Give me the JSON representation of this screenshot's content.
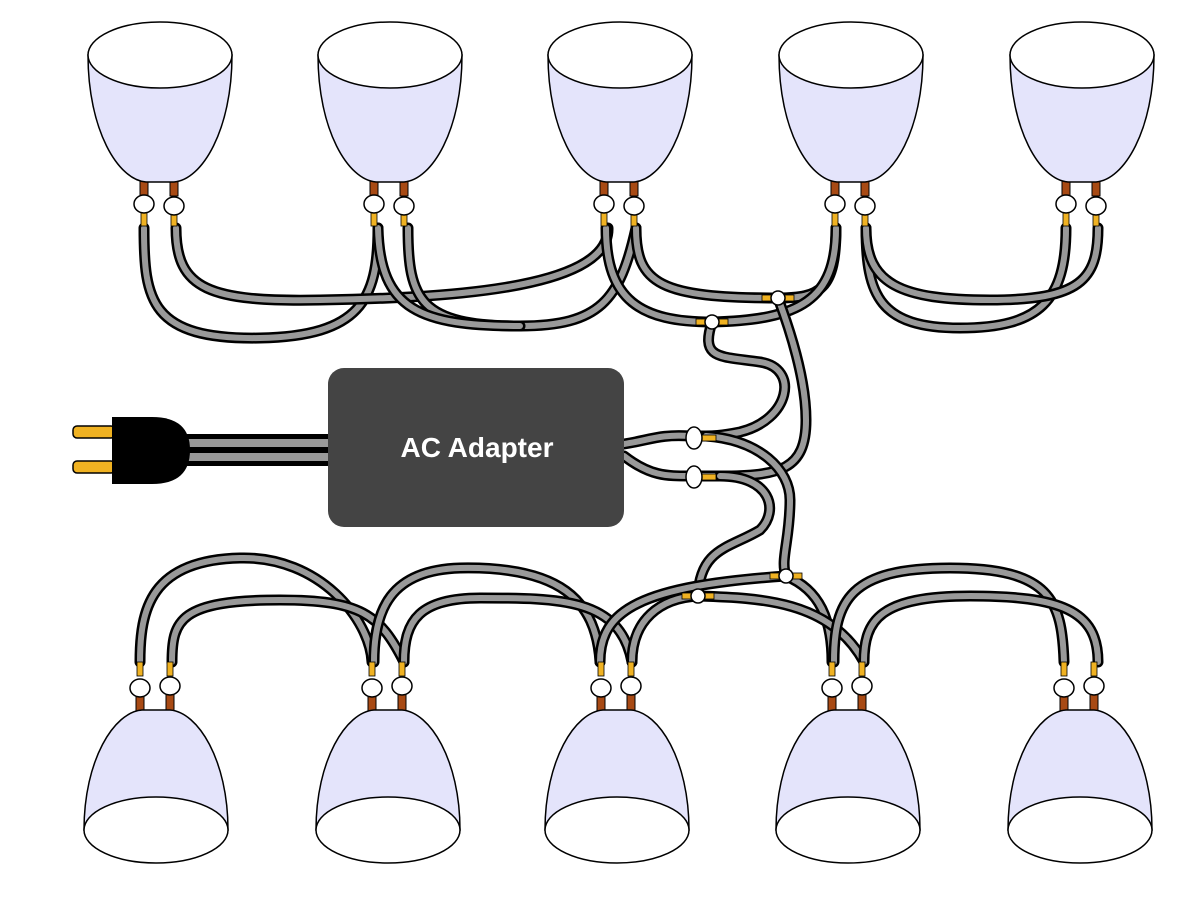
{
  "adapter": {
    "label": "AC Adapter"
  },
  "colors": {
    "lamp_fill": "#e4e4fb",
    "lamp_rim": "#ffffff",
    "outline": "#000000",
    "wire_insulation": "#999999",
    "lead_copper": "#a84a14",
    "connector_gold": "#f0b222",
    "adapter_body": "#444444",
    "plug_body": "#000000",
    "plug_prong": "#f0b222",
    "background": "#ffffff"
  },
  "lamps": {
    "top_count": 5,
    "bottom_count": 5
  }
}
